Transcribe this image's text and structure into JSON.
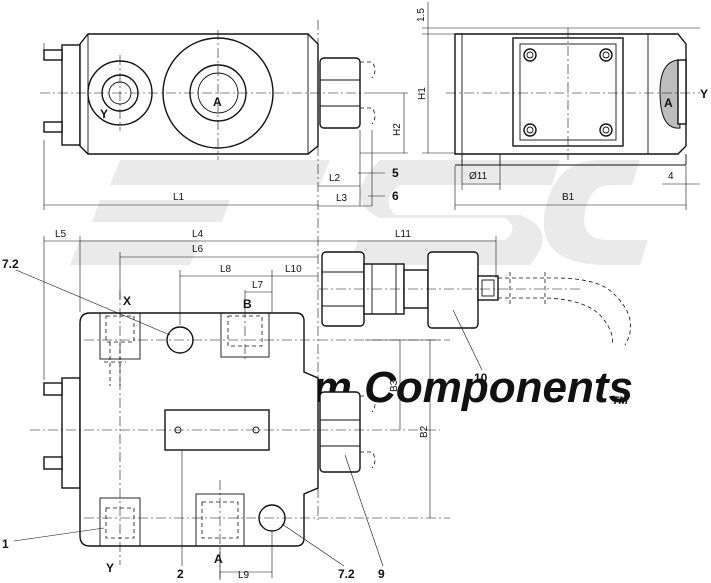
{
  "watermark": {
    "logo": "FSC",
    "text": "Fluid System Components",
    "trademark": "TM",
    "color": "#d9d9d9"
  },
  "dimensions": {
    "L1": "L1",
    "L2": "L2",
    "L3": "L3",
    "L4": "L4",
    "L5": "L5",
    "L6": "L6",
    "L7": "L7",
    "L8": "L8",
    "L9": "L9",
    "L10": "L10",
    "L11": "L11",
    "H1": "H1",
    "H2": "H2",
    "B1": "B1",
    "B2": "B2",
    "B3": "B3",
    "d11": "Ø11",
    "four": "4",
    "one_five": "1.5"
  },
  "ports": {
    "A": "A",
    "B": "B",
    "X": "X",
    "Y": "Y"
  },
  "callouts": {
    "c1": "1",
    "c2": "2",
    "c5": "5",
    "c6": "6",
    "c72a": "7.2",
    "c72b": "7.2",
    "c9": "9",
    "c10": "10"
  }
}
